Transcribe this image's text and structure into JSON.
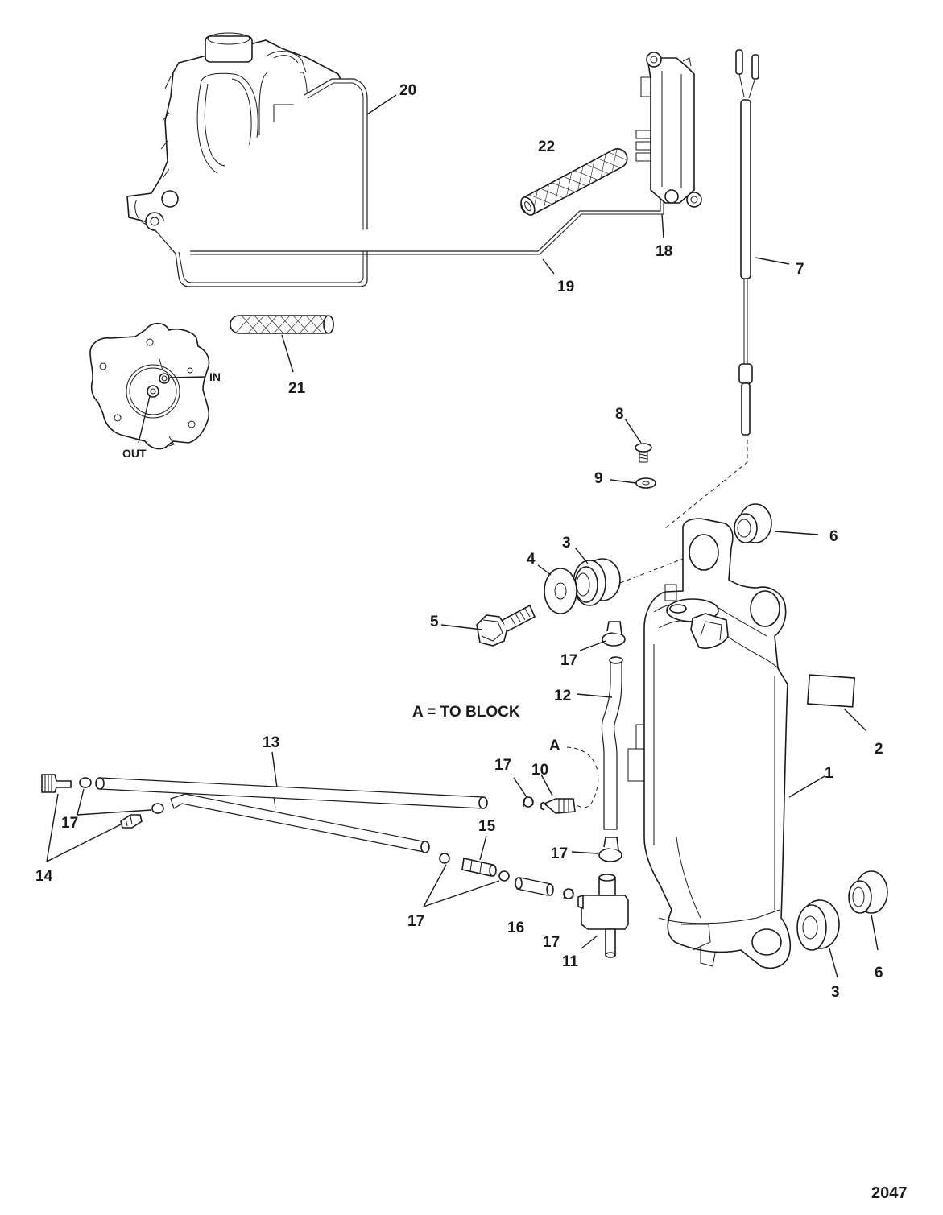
{
  "diagram": {
    "callouts": [
      {
        "id": "c1",
        "label": "1"
      },
      {
        "id": "c2",
        "label": "2"
      },
      {
        "id": "c3a",
        "label": "3"
      },
      {
        "id": "c3b",
        "label": "3"
      },
      {
        "id": "c4",
        "label": "4"
      },
      {
        "id": "c5",
        "label": "5"
      },
      {
        "id": "c6a",
        "label": "6"
      },
      {
        "id": "c6b",
        "label": "6"
      },
      {
        "id": "c7",
        "label": "7"
      },
      {
        "id": "c8",
        "label": "8"
      },
      {
        "id": "c9",
        "label": "9"
      },
      {
        "id": "c10",
        "label": "10"
      },
      {
        "id": "c11",
        "label": "11"
      },
      {
        "id": "c12",
        "label": "12"
      },
      {
        "id": "c13",
        "label": "13"
      },
      {
        "id": "c14",
        "label": "14"
      },
      {
        "id": "c15",
        "label": "15"
      },
      {
        "id": "c16",
        "label": "16"
      },
      {
        "id": "c17a",
        "label": "17"
      },
      {
        "id": "c17b",
        "label": "17"
      },
      {
        "id": "c17c",
        "label": "17"
      },
      {
        "id": "c17d",
        "label": "17"
      },
      {
        "id": "c17e",
        "label": "17"
      },
      {
        "id": "c17f",
        "label": "17"
      },
      {
        "id": "c18",
        "label": "18"
      },
      {
        "id": "c19",
        "label": "19"
      },
      {
        "id": "c20",
        "label": "20"
      },
      {
        "id": "c21",
        "label": "21"
      },
      {
        "id": "c22",
        "label": "22"
      }
    ],
    "port_labels": {
      "in": "IN",
      "out": "OUT"
    },
    "connection_marker": "A",
    "note": "A = TO BLOCK",
    "figure_id": "2047"
  }
}
